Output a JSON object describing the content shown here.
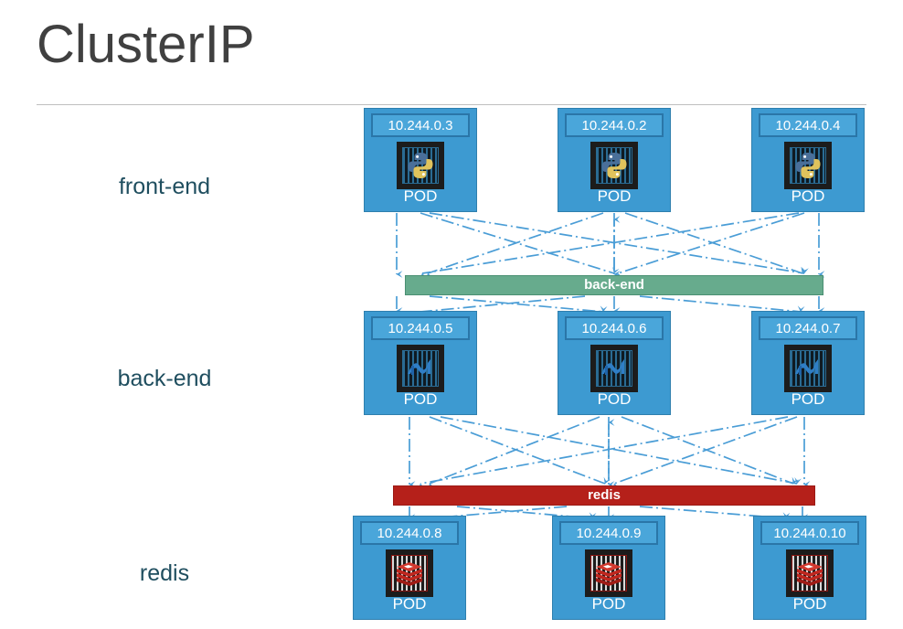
{
  "slide": {
    "title": "ClusterIP",
    "background": "#ffffff",
    "title_color": "#404040"
  },
  "colors": {
    "pod_fill": "#3d9ad1",
    "pod_border": "#2e7fae",
    "ip_fill": "#4aa6da",
    "ip_border": "#2a76a8",
    "label_text": "#1f4e5f",
    "service_backend": "#67ab8d",
    "service_redis": "#b5201a",
    "link_line": "#4a9dd6"
  },
  "rows": [
    {
      "name": "front-end",
      "label": "front-end",
      "icon": "python-icon",
      "pods": [
        {
          "ip": "10.244.0.3",
          "caption": "POD"
        },
        {
          "ip": "10.244.0.2",
          "caption": "POD"
        },
        {
          "ip": "10.244.0.4",
          "caption": "POD"
        }
      ]
    },
    {
      "name": "back-end",
      "label": "back-end",
      "icon": "nginx-icon",
      "pods": [
        {
          "ip": "10.244.0.5",
          "caption": "POD"
        },
        {
          "ip": "10.244.0.6",
          "caption": "POD"
        },
        {
          "ip": "10.244.0.7",
          "caption": "POD"
        }
      ]
    },
    {
      "name": "redis",
      "label": "redis",
      "icon": "redis-icon",
      "pods": [
        {
          "ip": "10.244.0.8",
          "caption": "POD"
        },
        {
          "ip": "10.244.0.9",
          "caption": "POD"
        },
        {
          "ip": "10.244.0.10",
          "caption": "POD"
        }
      ]
    }
  ],
  "services": [
    {
      "name": "back-end-service",
      "label": "back-end",
      "color": "#67ab8d"
    },
    {
      "name": "redis-service",
      "label": "redis",
      "color": "#b5201a"
    }
  ]
}
